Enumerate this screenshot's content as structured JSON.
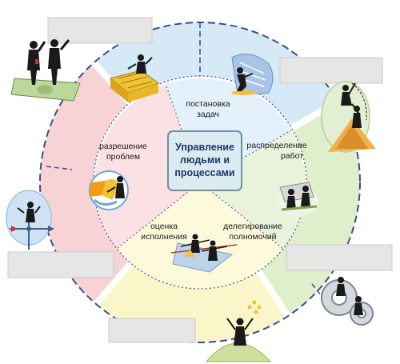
{
  "center": {
    "lines": [
      "Управление",
      "людьми и",
      "процессами"
    ]
  },
  "segments": [
    {
      "id": "task-setting",
      "lines": [
        "постановка",
        "задач"
      ]
    },
    {
      "id": "work-distribution",
      "lines": [
        "распределение",
        "работ"
      ]
    },
    {
      "id": "authority-delegation",
      "lines": [
        "делегирование",
        "полномочий"
      ]
    },
    {
      "id": "performance-evaluation",
      "lines": [
        "оценка",
        "исполнения"
      ]
    },
    {
      "id": "problem-solving",
      "lines": [
        "разрешение",
        "проблем"
      ]
    }
  ],
  "colors": {
    "sector_blue": "#d6e9f7",
    "sector_green": "#dfeecb",
    "sector_yellow": "#fbf6c9",
    "sector_pink": "#f8d3d6",
    "inner_blue": "#e5f1fa",
    "inner_green": "#e9f3dc",
    "inner_yellow": "#fdf9db",
    "inner_pink": "#fbe1e3",
    "dash_line": "#3a4e8c",
    "center_box": "#dceaf2",
    "center_border": "#6f8fa6",
    "label_box": "#e6e6e6"
  },
  "icons": [
    "businessmen-pair-icon",
    "maze-icon",
    "climbing-team-icon",
    "surfer-icon",
    "weathervane-icon",
    "puzzle-icon",
    "tightrope-walk-icon",
    "gears-icon",
    "juggler-icon",
    "handshake-icon"
  ]
}
